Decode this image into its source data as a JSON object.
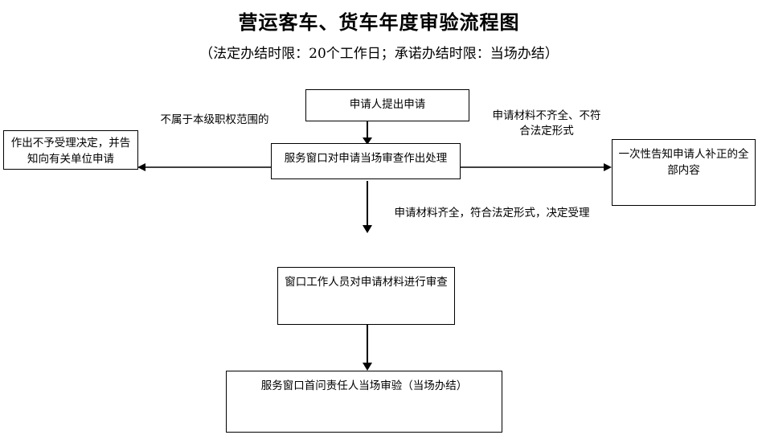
{
  "header": {
    "title": "营运客车、货车年度审验流程图",
    "subtitle": "（法定办结时限：20个工作日；承诺办结时限：当场办结）"
  },
  "nodes": {
    "apply": "申请人提出申请",
    "service_window_review": "服务窗口对申请当场审查作出处理",
    "reject": "作出不予受理决定，并告知向有关单位申请",
    "notify_correction": "一次性告知申请人补正的全部内容",
    "staff_review": "窗口工作人员对申请材料进行审查",
    "first_responsible": "服务窗口首问责任人当场审验（当场办结）"
  },
  "edge_labels": {
    "not_in_authority": "不属于本级职权范围的",
    "incomplete_materials": "申请材料不齐全、不符\n合法定形式",
    "complete_materials": "申请材料齐全，符合法定形式，决定受理"
  },
  "colors": {
    "line": "#000000",
    "background": "#ffffff",
    "text": "#000000"
  }
}
